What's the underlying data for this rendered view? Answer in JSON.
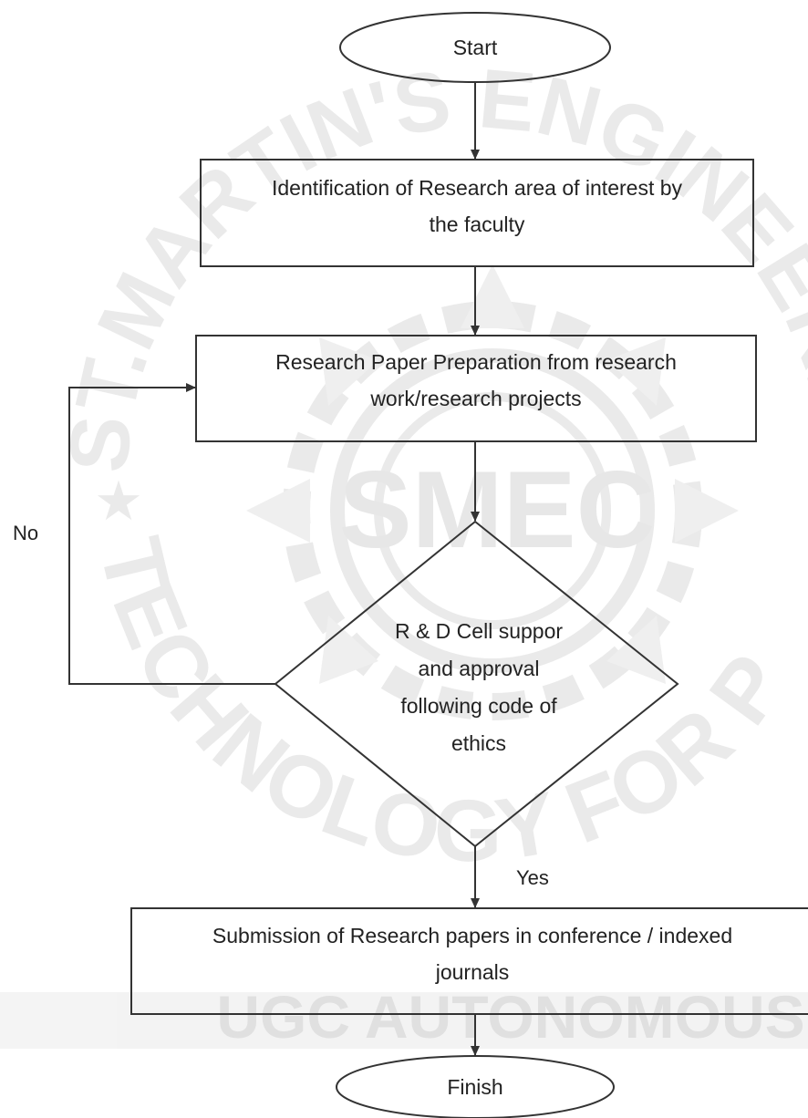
{
  "colors": {
    "stroke": "#333333",
    "text": "#222222",
    "watermark": "#d9d9d9"
  },
  "watermark": {
    "top_arc": "ST.MARTIN'S ENGINEERING COLLEGE",
    "bottom_arc": "TECHNOLOGY FOR PROSPERITY",
    "logo": "SMEC",
    "band": "UGC AUTONOMOUS"
  },
  "nodes": {
    "start": "Start",
    "identification": {
      "line1": "Identification of Research area of interest by",
      "line2": "the faculty"
    },
    "preparation": {
      "line1": "Research Paper Preparation from research",
      "line2": "work/research projects"
    },
    "decision": {
      "line1": "R & D Cell suppor",
      "line2": "and approval",
      "line3": "following code of",
      "line4": "ethics"
    },
    "submission": {
      "line1": "Submission of Research papers in conference / indexed",
      "line2": "journals"
    },
    "finish": "Finish"
  },
  "labels": {
    "no": "No",
    "yes": "Yes"
  }
}
